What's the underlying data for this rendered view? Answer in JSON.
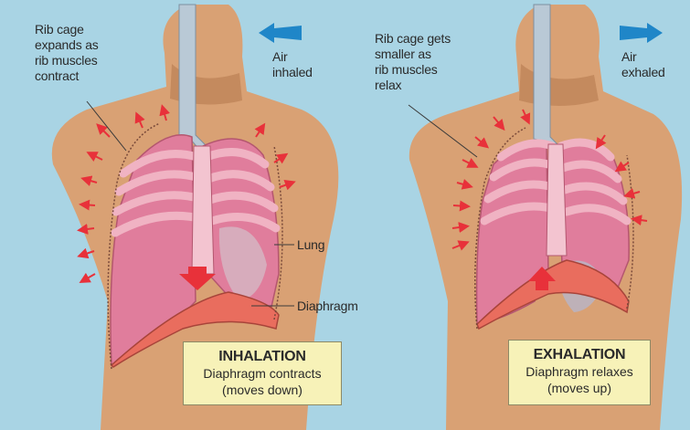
{
  "colors": {
    "background": "#a9d4e4",
    "skin": "#d9a174",
    "lung": "#e07d9c",
    "rib": "#f0b3c3",
    "diaphragm": "#e96d5e",
    "arrow_chest": "#e8313a",
    "arrow_air": "#1f86c8",
    "caption_box": "#f7f2b8"
  },
  "inhalation": {
    "rib_label": "Rib cage\nexpands as\nrib muscles\ncontract",
    "air_label": "Air\ninhaled",
    "lung_label": "Lung",
    "diaphragm_label": "Diaphragm",
    "box_title": "INHALATION",
    "box_line1": "Diaphragm contracts",
    "box_line2": "(moves down)",
    "air_arrow_icon": "arrow-left-icon"
  },
  "exhalation": {
    "rib_label": "Rib cage gets\nsmaller as\nrib muscles\nrelax",
    "air_label": "Air\nexhaled",
    "box_title": "EXHALATION",
    "box_line1": "Diaphragm relaxes",
    "box_line2": "(moves up)",
    "air_arrow_icon": "arrow-right-icon"
  }
}
